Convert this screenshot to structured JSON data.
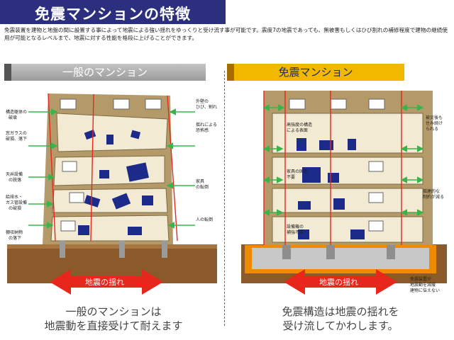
{
  "title": "免震マンションの特徴",
  "intro": "免震装置を建物と地盤の間に設置する事によって地震による強い揺れをゆっくりと受け流す事が可能です。震度7の地震であっても、無被害もしくはひび割れの補修程度で建物の継続使用が可能となるレベルまで、地震に対する性能を格段に上げることができます。",
  "left": {
    "header": "一般のマンション",
    "arrow_label": "地震の揺れ",
    "caption_line1": "一般のマンションは",
    "caption_line2": "地震動を直接受けて耐えます",
    "callouts": {
      "c1": "構造躯体の",
      "c1b": "破壊",
      "c2": "窓ガラスの",
      "c2b": "破損、落下",
      "c3": "天井設備",
      "c3b": "の脱落",
      "c4": "給排水・",
      "c4b": "ガス管設備",
      "c4c": "の破損",
      "c5": "棚収納物",
      "c5b": "の落下",
      "c6": "外壁の",
      "c6b": "ひび、割れ",
      "c7": "揺れによる",
      "c7b": "恐怖感",
      "c8": "家具",
      "c8b": "の転倒",
      "c9": "人の転倒"
    }
  },
  "right": {
    "header": "免震マンション",
    "arrow_label": "地震の揺れ",
    "caption_line1": "免震構造は地震の揺れを",
    "caption_line2": "受け流してかわします。",
    "callouts": {
      "c1": "高強度の構造",
      "c1b": "による表面",
      "c2": "家具の固定",
      "c2b": "不要",
      "c3": "設備機の",
      "c3b": "補強不要",
      "c4": "被災後も",
      "c4b": "住み続け",
      "c4c": "られる",
      "c5": "揺建的な",
      "c5b": "制約が減る",
      "c6": "免震装置が",
      "c6b": "地震動を減緩",
      "c6c": "建物に伝えない"
    }
  },
  "colors": {
    "title_bg": "#2b2f7d",
    "accent_yellow": "#f2b800",
    "arrow_red": "#e8271c",
    "building_tan": "#b49a68",
    "ground_brown": "#8a5a2a",
    "isolator_orange": "#f08a00",
    "furniture_blue": "#1c2a8a"
  }
}
